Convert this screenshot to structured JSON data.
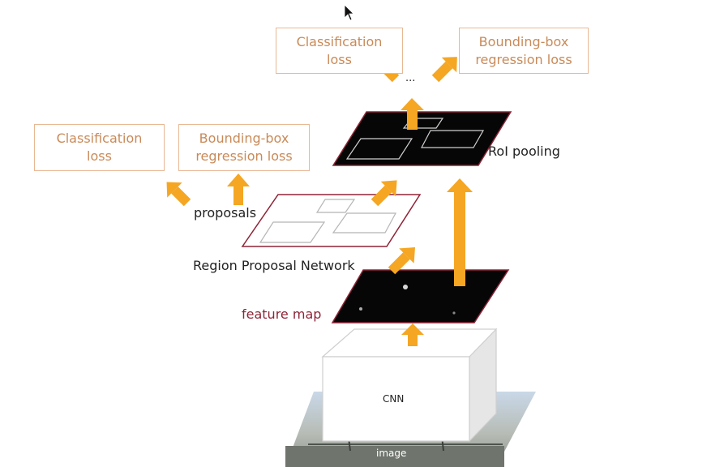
{
  "top_heads": {
    "cls": {
      "line1": "Classification",
      "line2": "loss"
    },
    "bbox": {
      "line1": "Bounding-box",
      "line2": "regression loss"
    },
    "ellipsis": "..."
  },
  "rpn_heads": {
    "cls": {
      "line1": "Classification",
      "line2": "loss"
    },
    "bbox": {
      "line1": "Bounding-box",
      "line2": "regression loss"
    }
  },
  "labels": {
    "roi_pooling": "RoI pooling",
    "proposals": "proposals",
    "rpn": "Region Proposal Network",
    "feature_map": "feature map",
    "cnn": "CNN",
    "image": "image"
  },
  "colors": {
    "arrow": "#f5a623",
    "box_border": "#e8b894",
    "box_text": "#c98a58",
    "plane_border": "#8e2437",
    "feature_map_text": "#8e2437"
  }
}
